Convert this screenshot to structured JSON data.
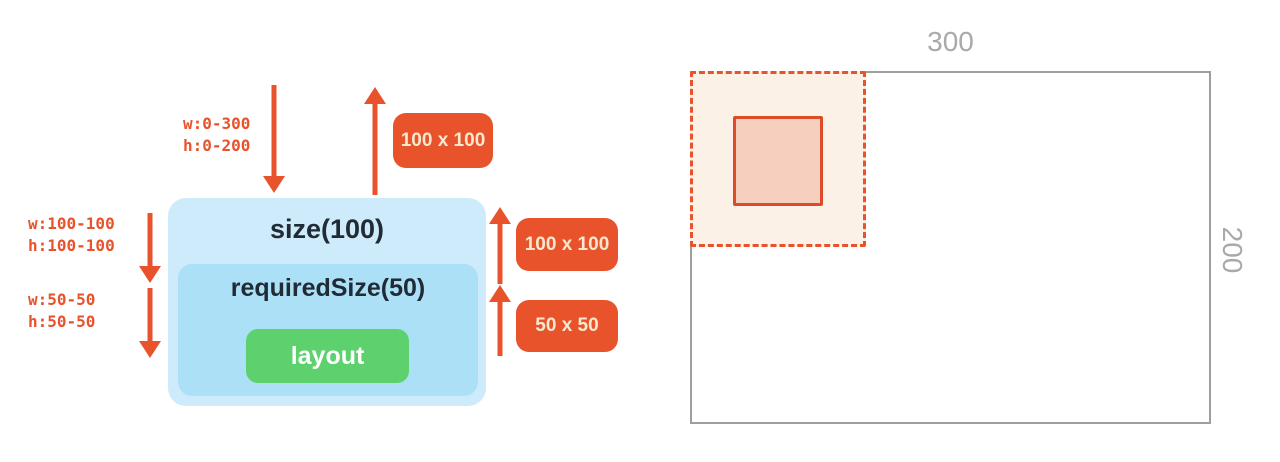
{
  "left_diagram": {
    "size_box": {
      "label": "size(100)"
    },
    "required_size_box": {
      "label": "requiredSize(50)"
    },
    "layout_box": {
      "label": "layout"
    },
    "constraints_root": {
      "w": "w:0-300",
      "h": "h:0-200"
    },
    "constraints_size": {
      "w": "w:100-100",
      "h": "h:100-100"
    },
    "constraints_required": {
      "w": "w:50-50",
      "h": "h:50-50"
    },
    "result_root": "100 x 100",
    "result_size": "100 x 100",
    "result_required": "50 x 50"
  },
  "right_diagram": {
    "parent_width_label": "300",
    "parent_height_label": "200"
  },
  "colors": {
    "accent_orange": "#E8532C",
    "badge_text": "#F9E8CF",
    "outer_box_blue": "#CDEBFA",
    "inner_box_blue": "#ACE0F7",
    "layout_green": "#5DD16D",
    "box_text": "#212B36",
    "parent_border_gray": "#9E9E9E",
    "dim_label_gray": "#A9A9A9",
    "dashed_fill": "#FBF1E6",
    "inner_square_fill": "#F6CFBE",
    "inner_square_border": "#DD4C28"
  }
}
